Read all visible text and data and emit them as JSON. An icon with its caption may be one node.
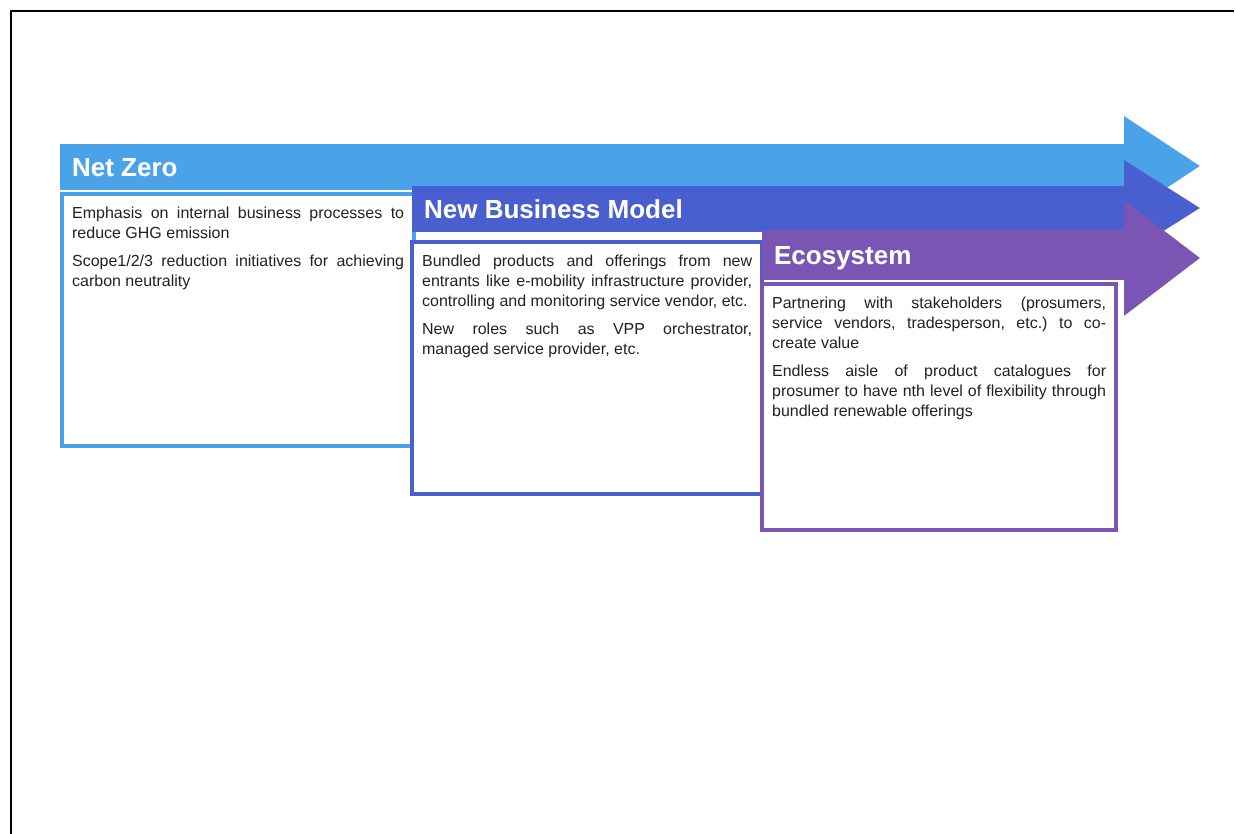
{
  "diagram": {
    "nodes": [
      {
        "text": [
          "Net Zero"
        ]
      },
      {
        "text": [
          "Emphasis on internal business processes to reduce GHG emission",
          "Scope1/2/3 reduction initiatives for achieving carbon neutrality"
        ]
      },
      {
        "text": [
          "New Business Model"
        ]
      },
      {
        "text": [
          "Bundled products and offerings from new entrants like e-mobility infrastructure provider, controlling and monitoring service vendor, etc.",
          "New roles such as VPP orchestrator, managed service provider, etc."
        ]
      },
      {
        "text": [
          "Ecosystem"
        ]
      },
      {
        "text": [
          "Partnering with stakeholders (prosumers, service vendors, tradesperson, etc.) to co-create value",
          "Endless aisle of product catalogues for prosumer to have nth level of flexibility through bundled renewable offerings"
        ]
      }
    ]
  }
}
